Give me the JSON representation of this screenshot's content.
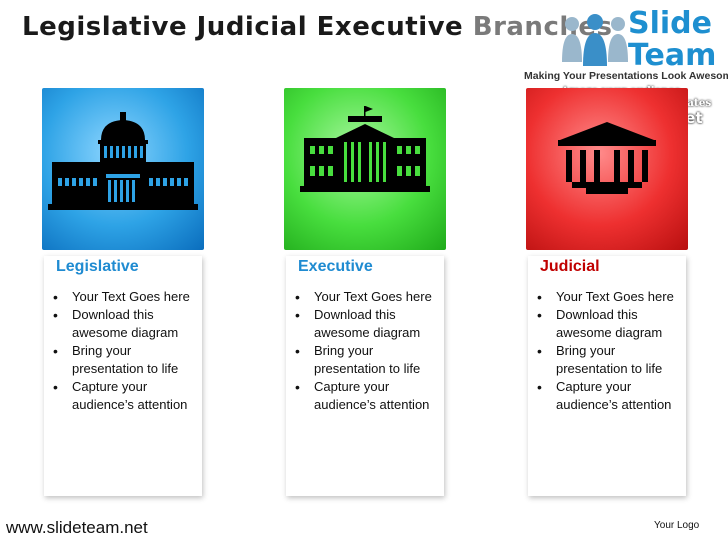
{
  "title": {
    "main": "Legislative Judicial Executive",
    "suffix": "Branches"
  },
  "logo": {
    "word1": "Slide",
    "word2": "Team",
    "tagline": "Making Your Presentations Look Awesome"
  },
  "promo": {
    "line1": "Amaze your audience",
    "line2": "Download unlimited templates",
    "line3": "www.slideteam.net"
  },
  "panels": [
    {
      "name": "legislative",
      "color": "#2ea3e6",
      "icon": "capitol-building-icon"
    },
    {
      "name": "executive",
      "color": "#48de3e",
      "icon": "white-house-icon"
    },
    {
      "name": "judicial",
      "color": "#ee3030",
      "icon": "courthouse-icon"
    }
  ],
  "cards": [
    {
      "heading": "Legislative",
      "bullets": [
        "Your Text Goes here",
        "Download this awesome diagram",
        "Bring your presentation to life",
        "Capture your audience’s attention"
      ]
    },
    {
      "heading": "Executive",
      "bullets": [
        "Your Text Goes here",
        "Download this awesome diagram",
        "Bring your presentation to life",
        "Capture your audience’s attention"
      ]
    },
    {
      "heading": "Judicial",
      "bullets": [
        "Your Text Goes here",
        "Download this awesome diagram",
        "Bring your presentation to life",
        "Capture your audience’s attention"
      ]
    }
  ],
  "footer": {
    "url": "www.slideteam.net",
    "your_logo": "Your Logo"
  }
}
